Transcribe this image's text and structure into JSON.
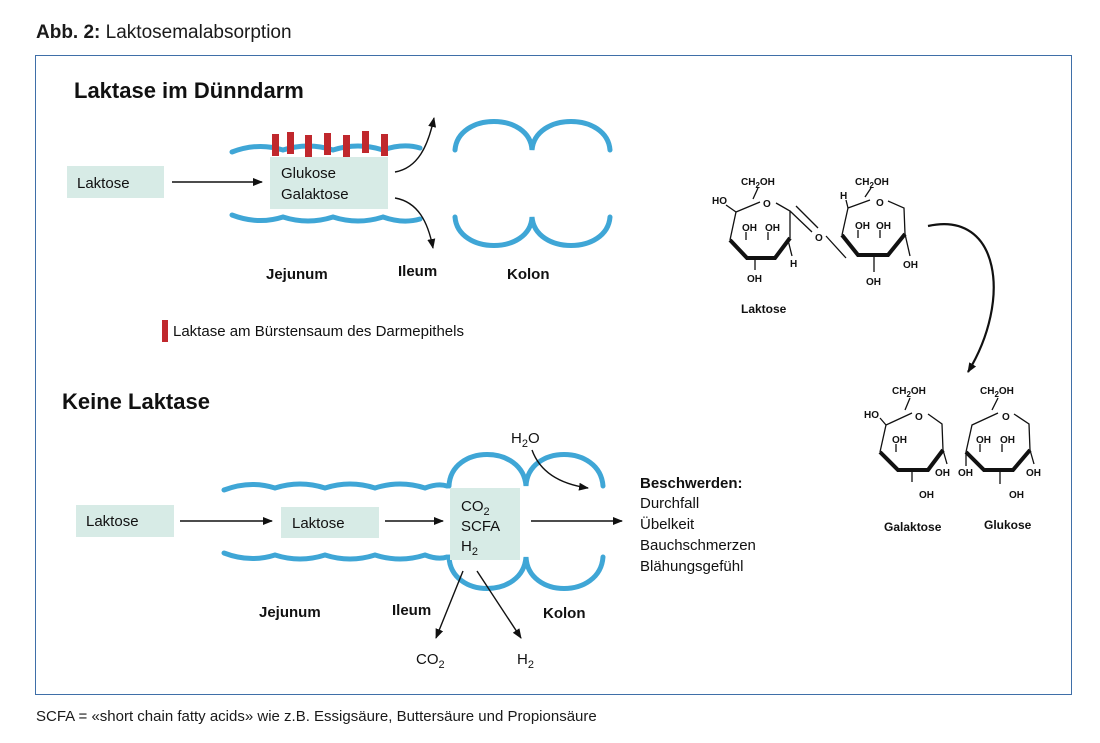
{
  "figure": {
    "label": "Abb. 2:",
    "title": "Laktosemalabsorption",
    "footnote": "SCFA = «short chain fatty acids» wie z.B. Essigsäure, Buttersäure und Propionsäure"
  },
  "top_panel": {
    "heading": "Laktase im Dünndarm",
    "input_box": "Laktose",
    "product_box": [
      "Glukose",
      "Galaktose"
    ],
    "segments": [
      "Jejunum",
      "Ileum",
      "Kolon"
    ],
    "legend": "Laktase am Bürstensaum des Darmepithels",
    "colors": {
      "lactase": "#c0282d",
      "gut": "#3fa6d6",
      "box": "#d7ebe6"
    }
  },
  "bottom_panel": {
    "heading": "Keine Laktase",
    "input_box": "Laktose",
    "middle_box": "Laktose",
    "colon_box": {
      "co2": "CO",
      "co2_sub": "2",
      "scfa": "SCFA",
      "h2": "H",
      "h2_sub": "2"
    },
    "water": {
      "main": "H",
      "sub": "2",
      "tail": "O"
    },
    "gas_outputs": {
      "co2": "CO",
      "co2_sub": "2",
      "h2": "H",
      "h2_sub": "2"
    },
    "segments": [
      "Jejunum",
      "Ileum",
      "Kolon"
    ],
    "complaints_heading": "Beschwerden:",
    "complaints": [
      "Durchfall",
      "Übelkeit",
      "Bauchschmerzen",
      "Blähungsgefühl"
    ]
  },
  "chemistry": {
    "lactose_name": "Laktose",
    "galactose_name": "Galaktose",
    "glucose_name": "Glukose",
    "ch2oh": {
      "a": "CH",
      "sub": "2",
      "b": "OH"
    },
    "oh": "OH",
    "ho": "HO",
    "h": "H",
    "o": "O"
  }
}
